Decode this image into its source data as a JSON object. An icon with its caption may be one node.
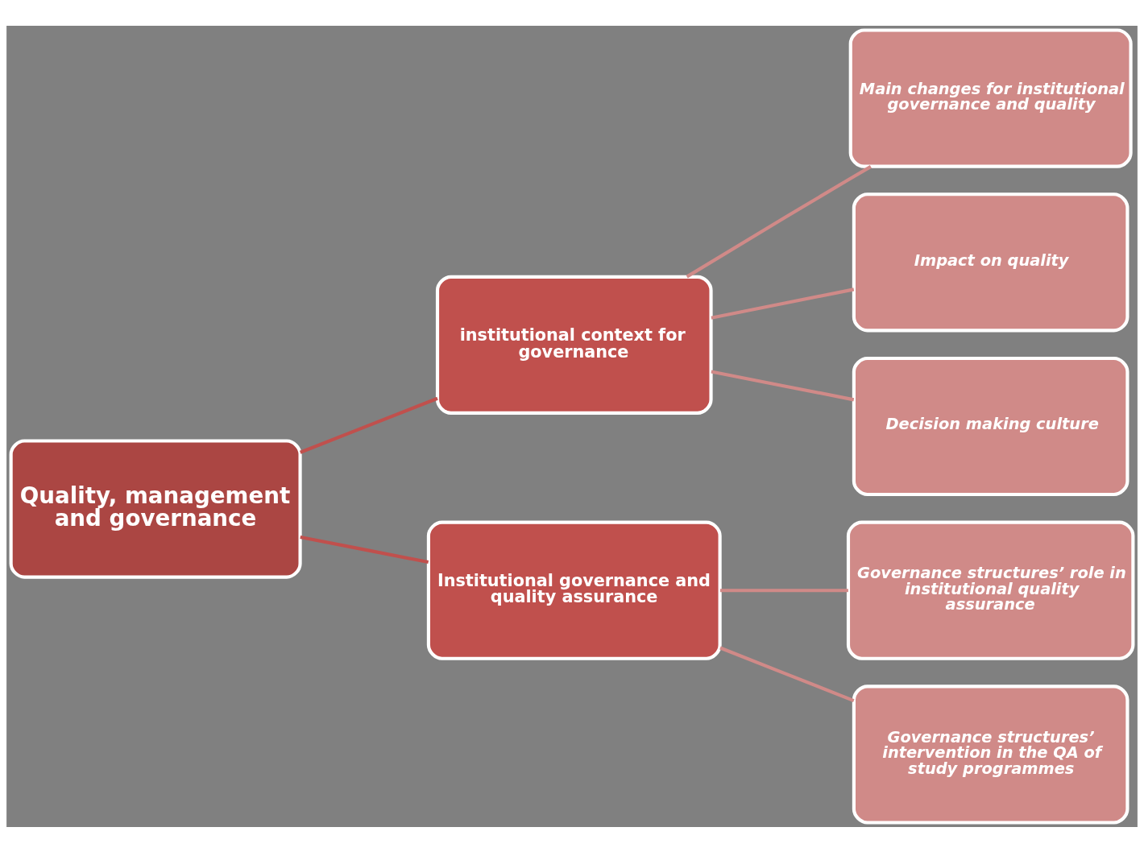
{
  "diagram": {
    "nodes": [
      {
        "text": [
          "Quality, management and governance"
        ]
      },
      {
        "text": [
          "institutional context for governance"
        ]
      },
      {
        "text": [
          "Institutional governance and quality assurance"
        ]
      },
      {
        "text": [
          "Main changes for institutional governance and quality"
        ]
      },
      {
        "text": [
          "Impact on quality"
        ]
      },
      {
        "text": [
          "Decision making culture"
        ]
      },
      {
        "text": [
          "Governance structures’ role in institutional quality assurance"
        ]
      },
      {
        "text": [
          "Governance structures’ intervention in the QA of study programmes"
        ]
      }
    ],
    "edges": [
      {
        "from": 0,
        "to": 1,
        "arrow": "none",
        "color": "#c0504d"
      },
      {
        "from": 0,
        "to": 2,
        "arrow": "none",
        "color": "#c0504d"
      },
      {
        "from": 1,
        "to": 3,
        "arrow": "none"
      },
      {
        "from": 1,
        "to": 4,
        "arrow": "none"
      },
      {
        "from": 1,
        "to": 5,
        "arrow": "none"
      },
      {
        "from": 2,
        "to": 6,
        "arrow": "none"
      },
      {
        "from": 2,
        "to": 7,
        "arrow": "none"
      }
    ]
  }
}
